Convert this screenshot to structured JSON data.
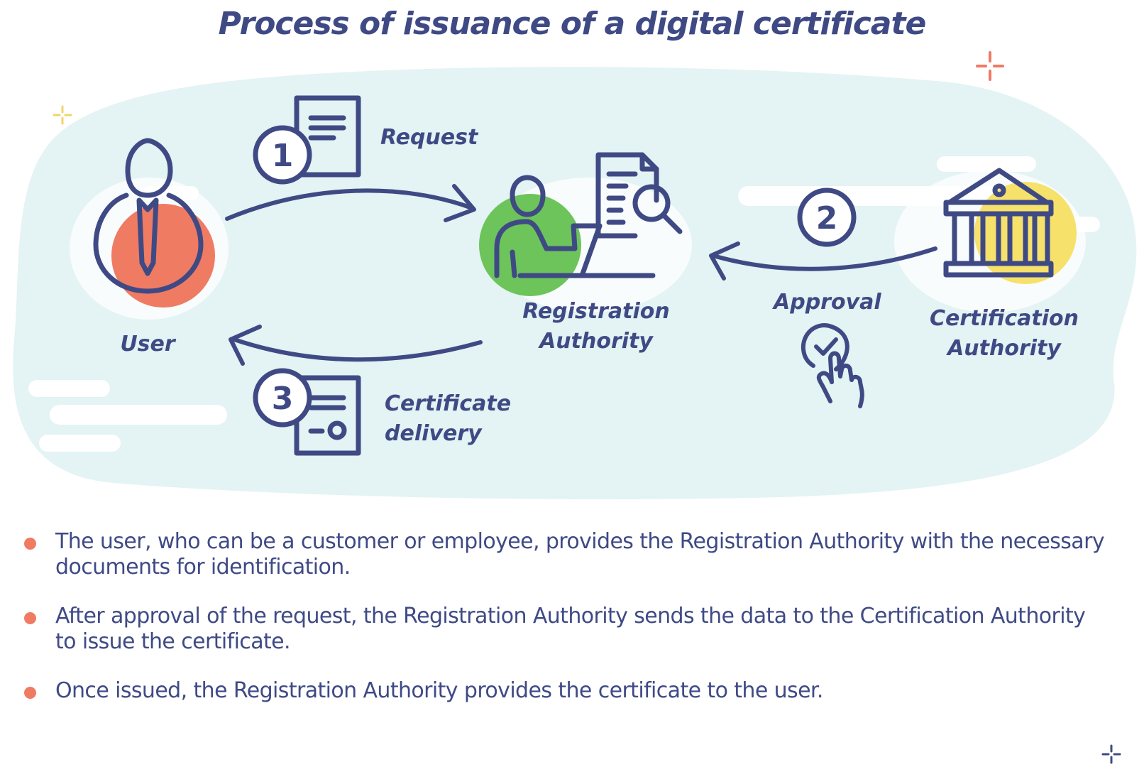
{
  "title": "Process of issuance of a digital certificate",
  "colors": {
    "ink": "#3f4a85",
    "blob": "#e4f3f3",
    "user_accent": "#ef7b63",
    "ra_accent": "#6cc45a",
    "ca_accent": "#f6e16a",
    "bullet": "#ef7b63",
    "sparkle_red": "#ef7b63",
    "sparkle_yellow": "#f3d36b"
  },
  "actors": {
    "user": {
      "label": "User",
      "icon": "person-tie-icon"
    },
    "registration_authority": {
      "label_line1": "Registration",
      "label_line2": "Authority",
      "icon": "person-laptop-document-search-icon"
    },
    "certification_authority": {
      "label_line1": "Certification",
      "label_line2": "Authority",
      "icon": "bank-building-icon"
    }
  },
  "steps": [
    {
      "number": "1",
      "label": "Request",
      "icon": "document-icon"
    },
    {
      "number": "2",
      "label": "Approval",
      "icon": "hand-check-icon"
    },
    {
      "number": "3",
      "label_line1": "Certificate",
      "label_line2": "delivery",
      "icon": "certificate-icon"
    }
  ],
  "bullets": [
    {
      "line1": "The user, who can be a customer or employee, provides the Registration Authority with the necessary",
      "line2": "documents for identification."
    },
    {
      "line1": "After approval of the request, the Registration Authority sends the data to the Certification Authority",
      "line2": "to issue the certificate."
    },
    {
      "line1": "Once issued, the Registration Authority provides the certificate to the user.",
      "line2": ""
    }
  ]
}
